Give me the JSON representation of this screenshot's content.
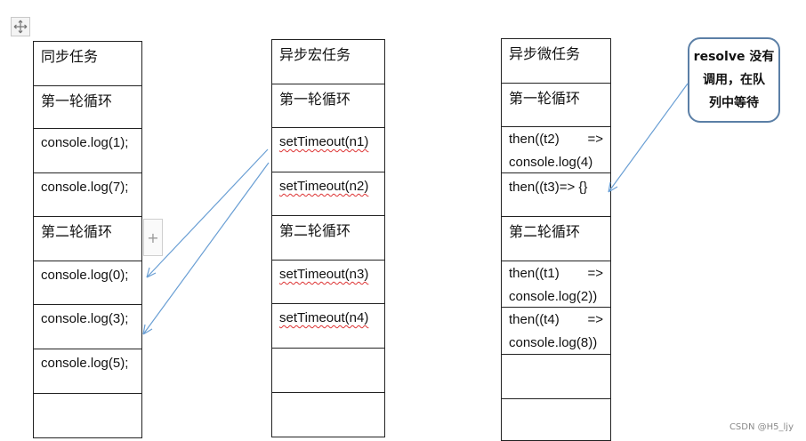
{
  "sync": {
    "header": "同步任务",
    "loop1": "第一轮循环",
    "row1": "console.log(1);",
    "row2": "console.log(7);",
    "loop2": "第二轮循环",
    "row3": "console.log(0);",
    "row4": "console.log(3);",
    "row5": "console.log(5);"
  },
  "macro": {
    "header": "异步宏任务",
    "loop1": "第一轮循环",
    "row1": "setTimeout(n1)",
    "row2": "setTimeout(n2)",
    "loop2": "第二轮循环",
    "row3": "setTimeout(n3)",
    "row4": "setTimeout(n4)"
  },
  "micro": {
    "header": "异步微任务",
    "loop1": "第一轮循环",
    "row1_a": "then((t2)",
    "row1_b": "=>",
    "row1_c": "console.log(4)",
    "row2": "then((t3)=> {}",
    "loop2": "第二轮循环",
    "row3_a": "then((t1)",
    "row3_b": "=>",
    "row3_c": "console.log(2))",
    "row4_a": "then((t4)",
    "row4_b": "=>",
    "row4_c": "console.log(8))"
  },
  "callout": {
    "line1": "resolve 没有",
    "line2": "调用，在队",
    "line3": "列中等待"
  },
  "handles": {
    "plus": "+"
  },
  "watermark": "CSDN @H5_ljy",
  "colors": {
    "arrow": "#6a9fd4",
    "callout_border": "#5b7fa6"
  }
}
